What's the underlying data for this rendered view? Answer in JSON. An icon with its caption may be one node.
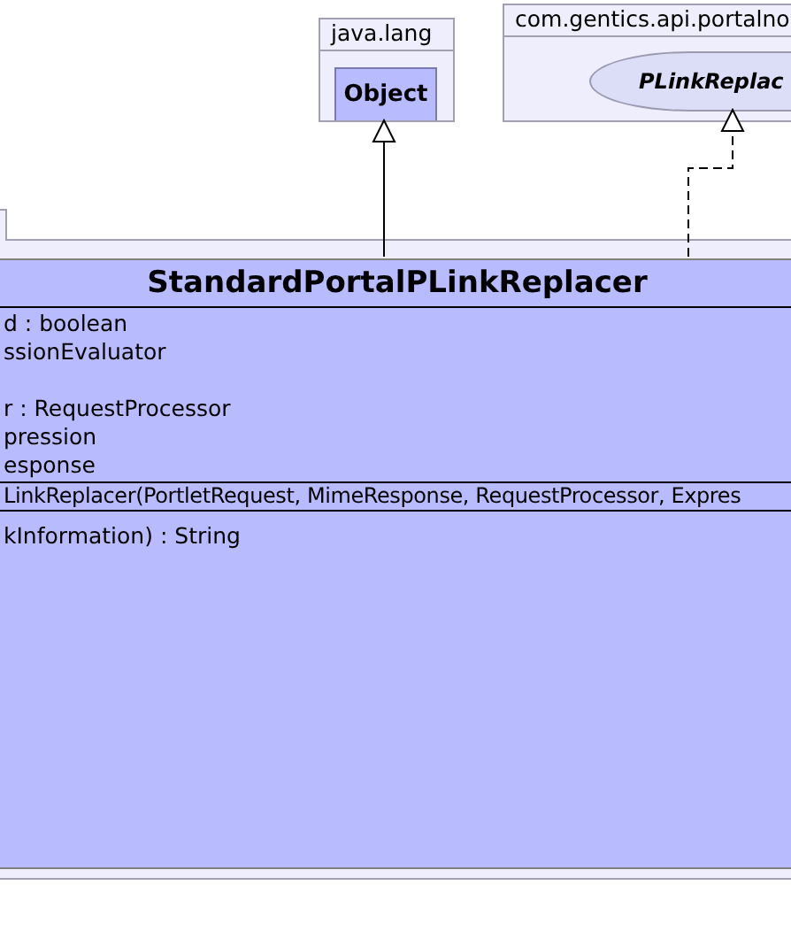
{
  "diagram": {
    "nodes": [
      {
        "text": [
          "java.lang"
        ]
      },
      {
        "text": [
          "Object"
        ],
        "in": 0
      },
      {
        "text": [
          "com.gentics.api.portalno"
        ]
      },
      {
        "text": [
          "PLinkReplac"
        ],
        "in": 2
      },
      {
        "text": [],
        "shape": "box"
      },
      {
        "text": [
          "StandardPortalPLinkReplacer",
          "d : boolean",
          "ssionEvaluator",
          "r : RequestProcessor",
          "pression",
          "esponse",
          "LinkReplacer(PortletRequest, MimeResponse, RequestProcessor, Expres",
          "kInformation) : String"
        ],
        "in": 4
      }
    ],
    "edges": [
      {
        "from": 5,
        "to": 1,
        "arrow": "to"
      },
      {
        "from": 5,
        "to": 3,
        "arrow": "to",
        "style": "dashed"
      }
    ]
  }
}
